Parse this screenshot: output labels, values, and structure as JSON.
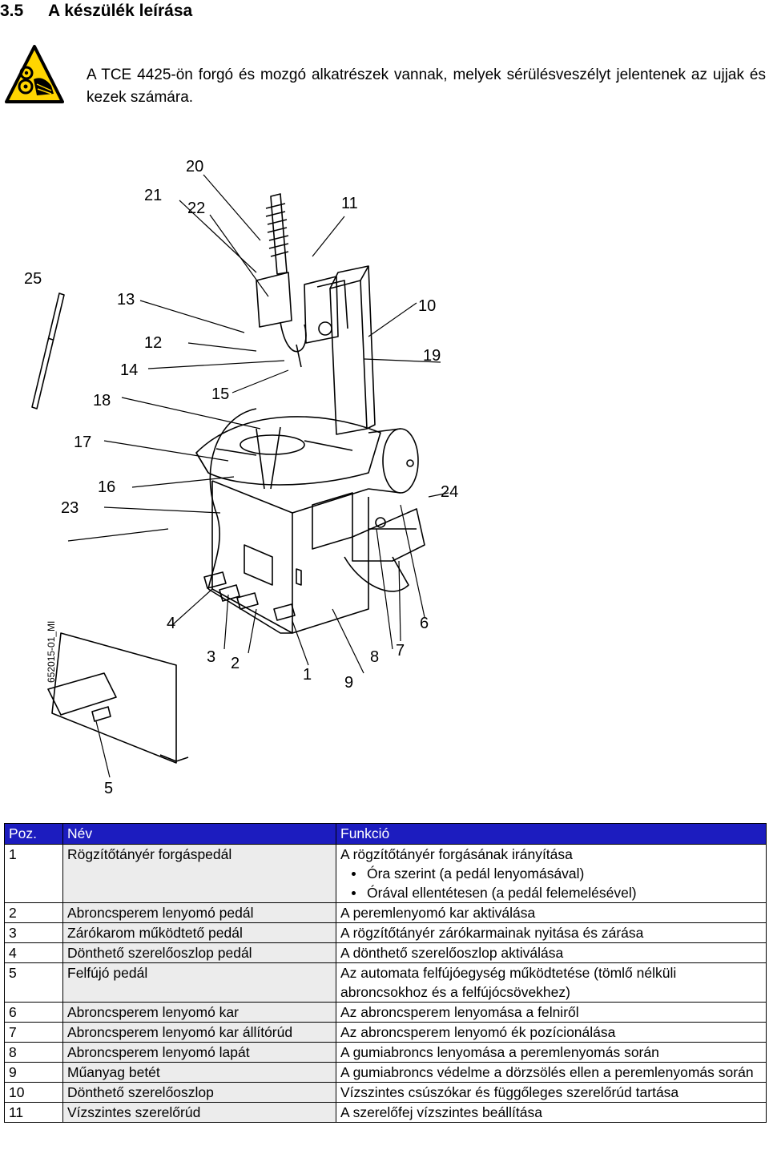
{
  "heading": {
    "number": "3.5",
    "title": "A készülék leírása"
  },
  "warning": {
    "icon": "hand-crush-warning-icon",
    "text": "A TCE 4425-ön forgó és mozgó alkatrészek vannak, melyek sérülésveszélyt jelentenek az ujjak és kezek számára."
  },
  "drawing": {
    "code": "652015-01_MI",
    "labels": [
      "20",
      "21",
      "22",
      "11",
      "25",
      "13",
      "10",
      "12",
      "19",
      "14",
      "15",
      "18",
      "17",
      "16",
      "24",
      "23",
      "4",
      "6",
      "3",
      "2",
      "8",
      "7",
      "1",
      "9",
      "5"
    ]
  },
  "table": {
    "headers": {
      "pos": "Poz.",
      "name": "Név",
      "func": "Funkció"
    },
    "rows": [
      {
        "pos": "1",
        "name": "Rögzítőtányér forgáspedál",
        "func": "A rögzítőtányér forgásának irányítása",
        "bullets": [
          "Óra szerint (a pedál lenyomásával)",
          "Órával ellentétesen (a pedál felemelésével)"
        ]
      },
      {
        "pos": "2",
        "name": "Abroncsperem lenyomó pedál",
        "func": "A peremlenyomó kar aktiválása"
      },
      {
        "pos": "3",
        "name": "Zárókarom működtető pedál",
        "func": "A rögzítőtányér zárókarmainak nyitása és zárása"
      },
      {
        "pos": "4",
        "name": "Dönthető szerelőoszlop pedál",
        "func": "A dönthető szerelőoszlop aktiválása"
      },
      {
        "pos": "5",
        "name": "Felfújó pedál",
        "func": "Az automata felfújóegység működtetése (tömlő nélküli abroncsokhoz és a felfújócsövekhez)"
      },
      {
        "pos": "6",
        "name": "Abroncsperem lenyomó kar",
        "func": "Az abroncsperem lenyomása a felniről"
      },
      {
        "pos": "7",
        "name": "Abroncsperem lenyomó kar állítórúd",
        "func": "Az abroncsperem lenyomó ék pozícionálása"
      },
      {
        "pos": "8",
        "name": "Abroncsperem lenyomó lapát",
        "func": "A gumiabroncs lenyomása a peremlenyomás során"
      },
      {
        "pos": "9",
        "name": "Műanyag betét",
        "func": "A gumiabroncs védelme a dörzsölés ellen a peremlenyomás során"
      },
      {
        "pos": "10",
        "name": "Dönthető szerelőoszlop",
        "func": "Vízszintes csúszókar és függőleges szerelőrúd tartása"
      },
      {
        "pos": "11",
        "name": "Vízszintes szerelőrúd",
        "func": "A szerelőfej vízszintes beállítása"
      }
    ]
  }
}
